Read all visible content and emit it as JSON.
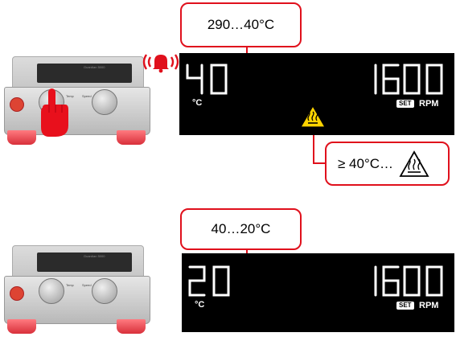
{
  "top_section": {
    "callout_text": "290…40°C",
    "display_temp": "40",
    "display_temp_unit": "°C",
    "display_speed": "1600",
    "set_badge": "SET",
    "speed_unit": "RPM",
    "warning_callout_text": "≥ 40°C…",
    "hot_surface_icon": "hot-surface-warning-icon",
    "alarm_icon": "alarm-bell-icon",
    "press_icon": "hand-press-icon"
  },
  "bottom_section": {
    "callout_text": "40…20°C",
    "display_temp": "20",
    "display_temp_unit": "°C",
    "display_speed": "1600",
    "set_badge": "SET",
    "speed_unit": "RPM"
  },
  "device": {
    "brand_text": "Guardian 5000",
    "knob_left_label": "Temp",
    "knob_right_label": "Speed"
  },
  "colors": {
    "callout_border": "#e0101c",
    "panel_bg": "#000000",
    "warning_yellow": "#ffd400",
    "foot_red": "#e0303a"
  }
}
